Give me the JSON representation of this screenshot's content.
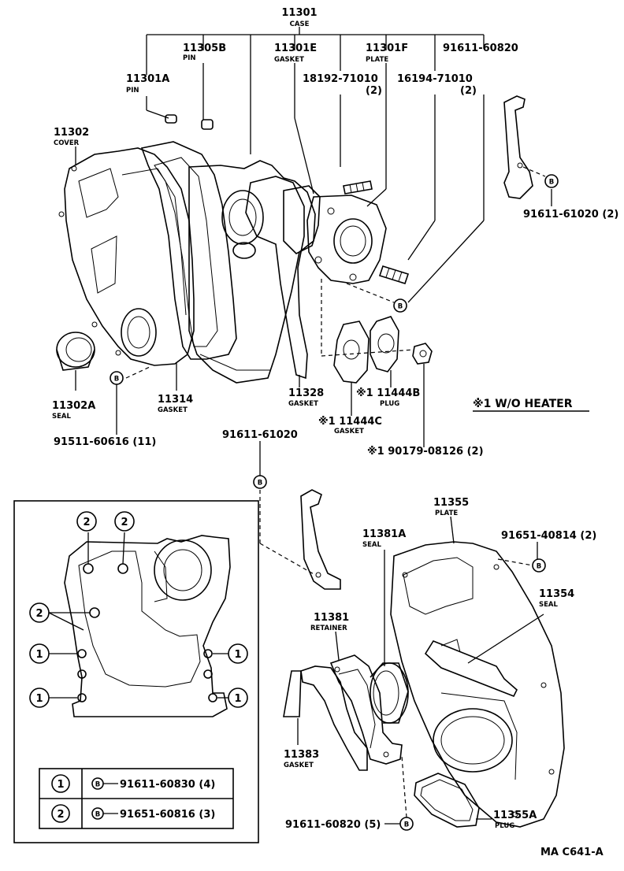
{
  "labels": {
    "p11301": {
      "num": "11301",
      "name": "CASE"
    },
    "p11305B": {
      "num": "11305B",
      "name": "PIN"
    },
    "p11301E": {
      "num": "11301E",
      "name": "GASKET"
    },
    "p11301F": {
      "num": "11301F",
      "name": "PLATE"
    },
    "p91611_60820_top": {
      "num": "91611-60820"
    },
    "p11301A": {
      "num": "11301A",
      "name": "PIN"
    },
    "p18192": {
      "num": "18192-71010",
      "qty": "(2)"
    },
    "p16194": {
      "num": "16194-71010",
      "qty": "(2)"
    },
    "p11302": {
      "num": "11302",
      "name": "COVER"
    },
    "p91611_61020_r": {
      "num": "91611-61020 (2)"
    },
    "p11302A": {
      "num": "11302A",
      "name": "SEAL"
    },
    "p11314": {
      "num": "11314",
      "name": "GASKET"
    },
    "p11328": {
      "num": "11328",
      "name": "GASKET"
    },
    "p11444B": {
      "num": "※1 11444B",
      "name": "PLUG"
    },
    "p11444C": {
      "num": "※1 11444C",
      "name": "GASKET"
    },
    "p90179": {
      "num": "※1 90179-08126 (2)"
    },
    "p91511": {
      "num": "91511-60616 (11)"
    },
    "p91611_61020_c": {
      "num": "91611-61020"
    },
    "note": "※1 W/O HEATER",
    "p11355": {
      "num": "11355",
      "name": "PLATE"
    },
    "p91651_40814": {
      "num": "91651-40814 (2)"
    },
    "p11381A": {
      "num": "11381A",
      "name": "SEAL"
    },
    "p11354": {
      "num": "11354",
      "name": "SEAL"
    },
    "p11381": {
      "num": "11381",
      "name": "RETAINER"
    },
    "p11383": {
      "num": "11383",
      "name": "GASKET"
    },
    "p11355A": {
      "num": "11355A",
      "name": "PLUG"
    },
    "p91611_60820_b": {
      "num": "91611-60820 (5)"
    },
    "code": "MA C641-A"
  },
  "bolt_marker": "B",
  "inset_markers": {
    "one": "1",
    "two": "2"
  },
  "legend": [
    {
      "marker": "1",
      "bolt": "B",
      "part": "91611-60830 (4)"
    },
    {
      "marker": "2",
      "bolt": "B",
      "part": "91651-60816 (3)"
    }
  ]
}
